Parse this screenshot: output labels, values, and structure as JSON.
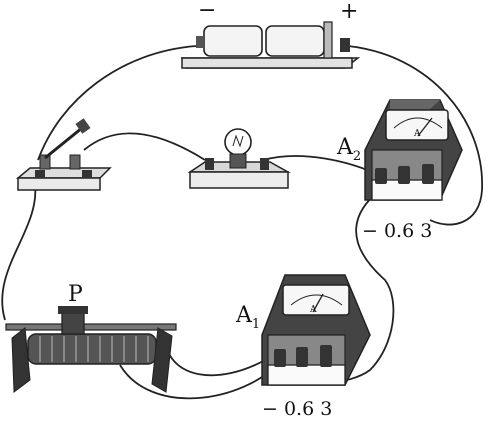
{
  "battery": {
    "minus": "−",
    "plus": "+"
  },
  "rheostat": {
    "label": "P"
  },
  "ammeter_a1": {
    "label": "A",
    "sub": "1",
    "terminals": "− 0.6 3"
  },
  "ammeter_a2": {
    "label": "A",
    "sub": "2",
    "terminals": "− 0.6 3"
  }
}
